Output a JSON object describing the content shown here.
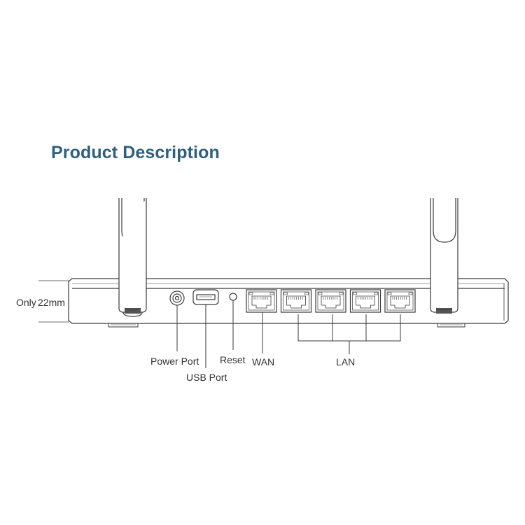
{
  "heading": "Product Description",
  "heading_color": "#2e5f80",
  "dimension": {
    "only": "Only",
    "value": "22mm"
  },
  "labels": {
    "power_port": "Power Port",
    "usb_port": "USB Port",
    "reset": "Reset",
    "wan": "WAN",
    "lan": "LAN"
  },
  "ports": {
    "wan_count": 1,
    "lan_count": 4
  },
  "colors": {
    "line": "#3a3a3a",
    "label": "#333333"
  }
}
